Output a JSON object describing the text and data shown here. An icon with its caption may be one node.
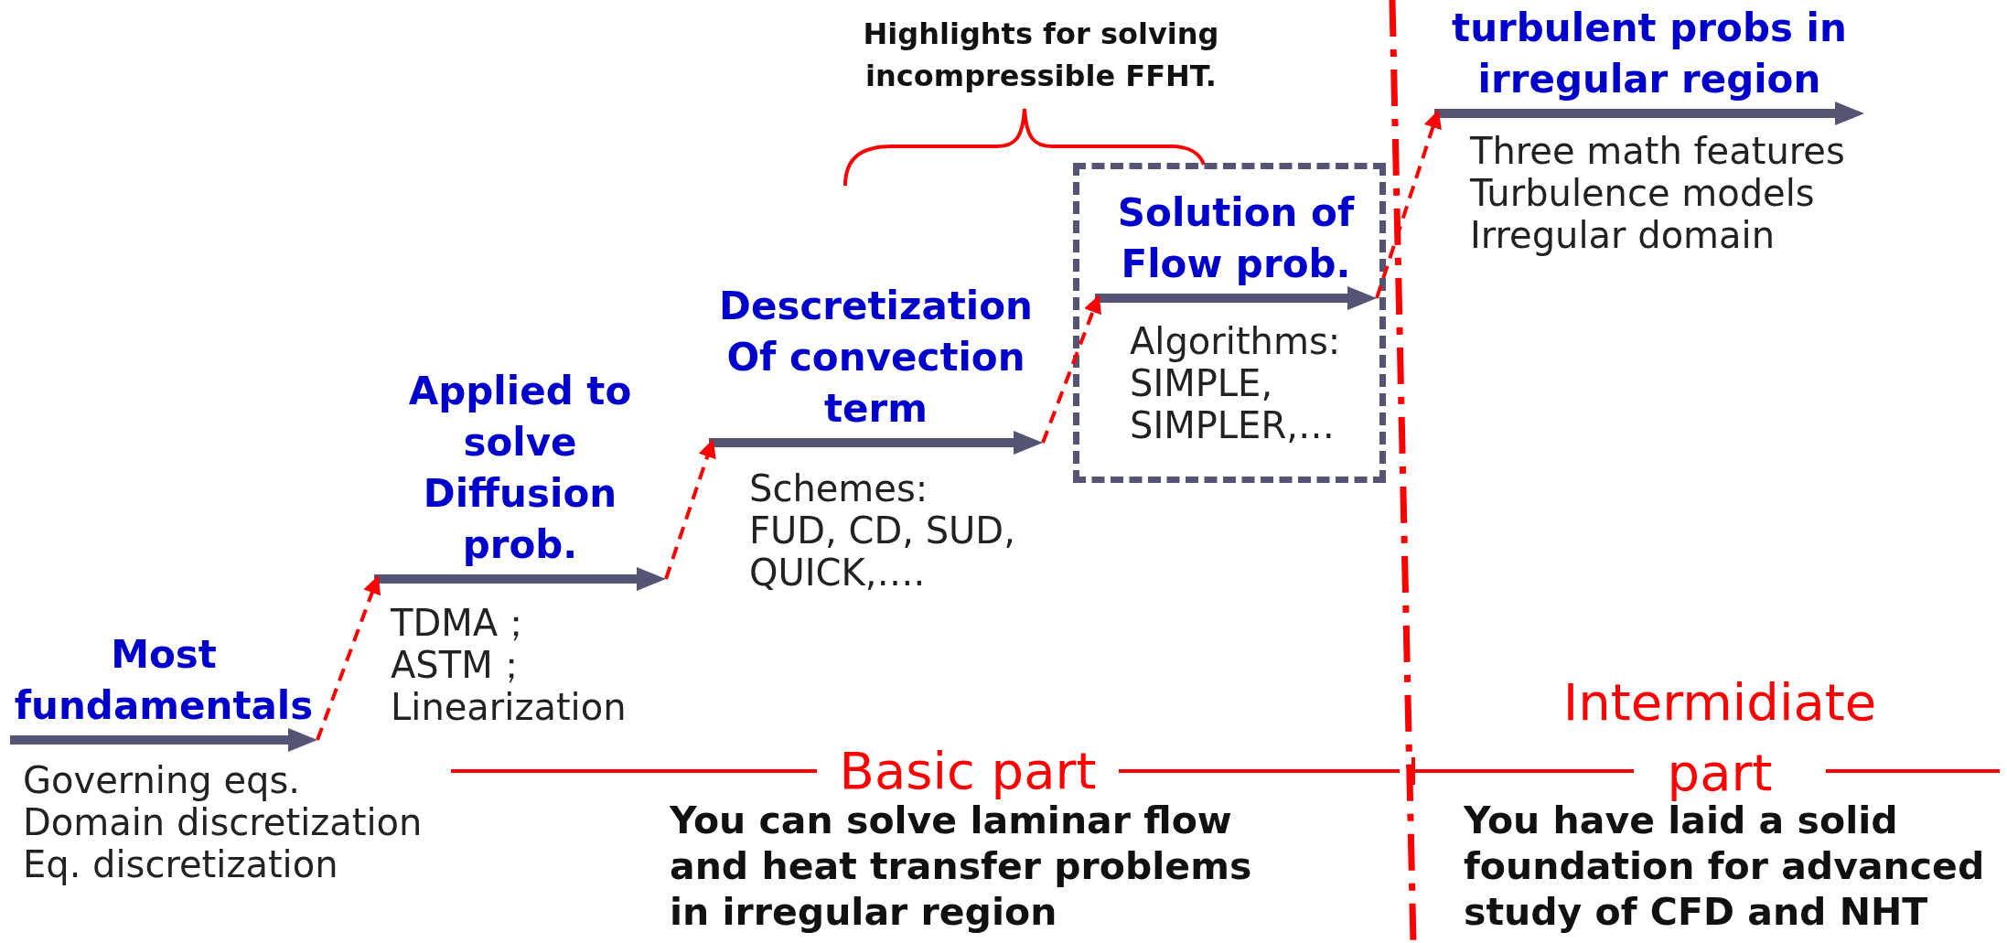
{
  "diagram": {
    "nodes": [
      {
        "text": [
          "Most fundamentals"
        ],
        "beside": [
          "Governing eqs.",
          "Domain discretization",
          "Eq. discretization"
        ]
      },
      {
        "text": [
          "Applied to solve Diffusion prob."
        ],
        "beside": [
          "TDMA；",
          "ASTM；",
          "Linearization"
        ]
      },
      {
        "text": [
          "Descretization Of convection term"
        ],
        "beside": [
          "Schemes:",
          "FUD, CD, SUD,",
          "QUICK,…."
        ]
      },
      {
        "text": [],
        "shape": "box"
      },
      {
        "text": [
          "Solution of Flow prob."
        ],
        "in": 3,
        "beside": [
          "Algorithms:",
          "SIMPLE,",
          "SIMPLER,…"
        ]
      },
      {
        "text": [
          "turbulent probs in irregular region"
        ],
        "beside": [
          "Three math features",
          "Turbulence models",
          "Irregular domain"
        ]
      }
    ],
    "edges": [
      {
        "from": 0,
        "to": 1,
        "arrow": "to",
        "style": "dashed"
      },
      {
        "from": 1,
        "to": 2,
        "arrow": "to",
        "style": "dashed"
      },
      {
        "from": 2,
        "to": 4,
        "arrow": "to",
        "style": "dashed"
      },
      {
        "from": 4,
        "to": 5,
        "arrow": "to",
        "style": "dashed"
      }
    ],
    "labels": [
      "Highlights for solving incompressible FFHT.",
      "Basic part",
      "Intermidiate part",
      "You can solve laminar flow and heat transfer problems in irregular region",
      "You have laid a solid foundation for advanced study of CFD and NHT"
    ]
  }
}
